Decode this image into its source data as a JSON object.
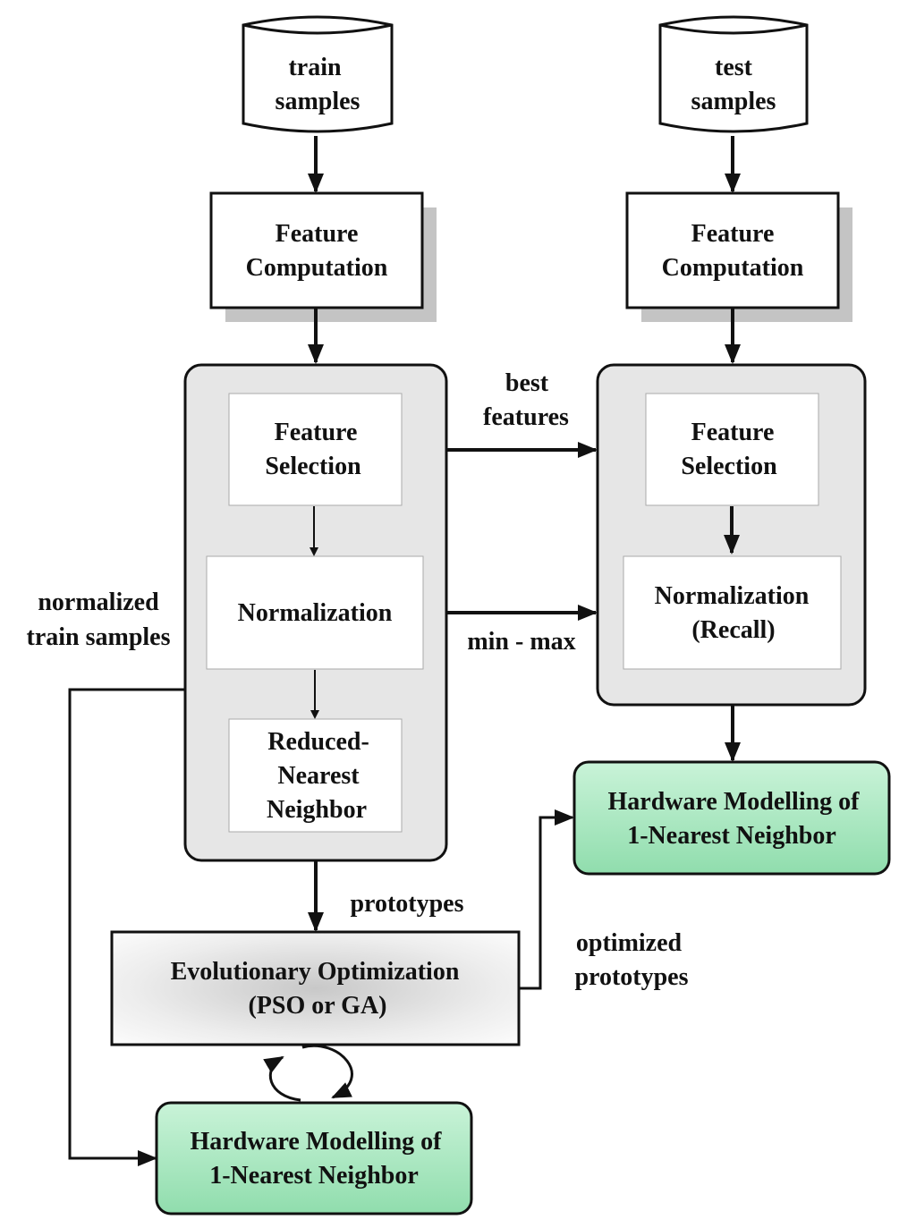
{
  "colors": {
    "stroke": "#111111",
    "shadow": "#c4c4c4",
    "panel_fill": "#e6e6e6",
    "inner_fill": "#ffffff",
    "hardware_fill_top": "#c7f2d6",
    "hardware_fill_bottom": "#8edcab"
  },
  "nodes": {
    "train_samples": {
      "line1": "train",
      "line2": "samples"
    },
    "test_samples": {
      "line1": "test",
      "line2": "samples"
    },
    "feature_computation_train": {
      "line1": "Feature",
      "line2": "Computation"
    },
    "feature_computation_test": {
      "line1": "Feature",
      "line2": "Computation"
    },
    "feature_selection_train": {
      "line1": "Feature",
      "line2": "Selection"
    },
    "normalization_train": {
      "line1": "Normalization"
    },
    "reduced_nn": {
      "line1": "Reduced-",
      "line2": "Nearest",
      "line3": "Neighbor"
    },
    "feature_selection_test": {
      "line1": "Feature",
      "line2": "Selection"
    },
    "normalization_recall": {
      "line1": "Normalization",
      "line2": "(Recall)"
    },
    "hardware_test": {
      "line1": "Hardware Modelling of",
      "line2": "1-Nearest Neighbor"
    },
    "evolutionary": {
      "line1": "Evolutionary Optimization",
      "line2": "(PSO or GA)"
    },
    "hardware_train": {
      "line1": "Hardware Modelling of",
      "line2": "1-Nearest Neighbor"
    }
  },
  "edge_labels": {
    "best_features": {
      "line1": "best",
      "line2": "features"
    },
    "min_max": "min - max",
    "normalized_train_samples": {
      "line1": "normalized",
      "line2": "train samples"
    },
    "prototypes": "prototypes",
    "optimized_prototypes": {
      "line1": "optimized",
      "line2": "prototypes"
    }
  }
}
